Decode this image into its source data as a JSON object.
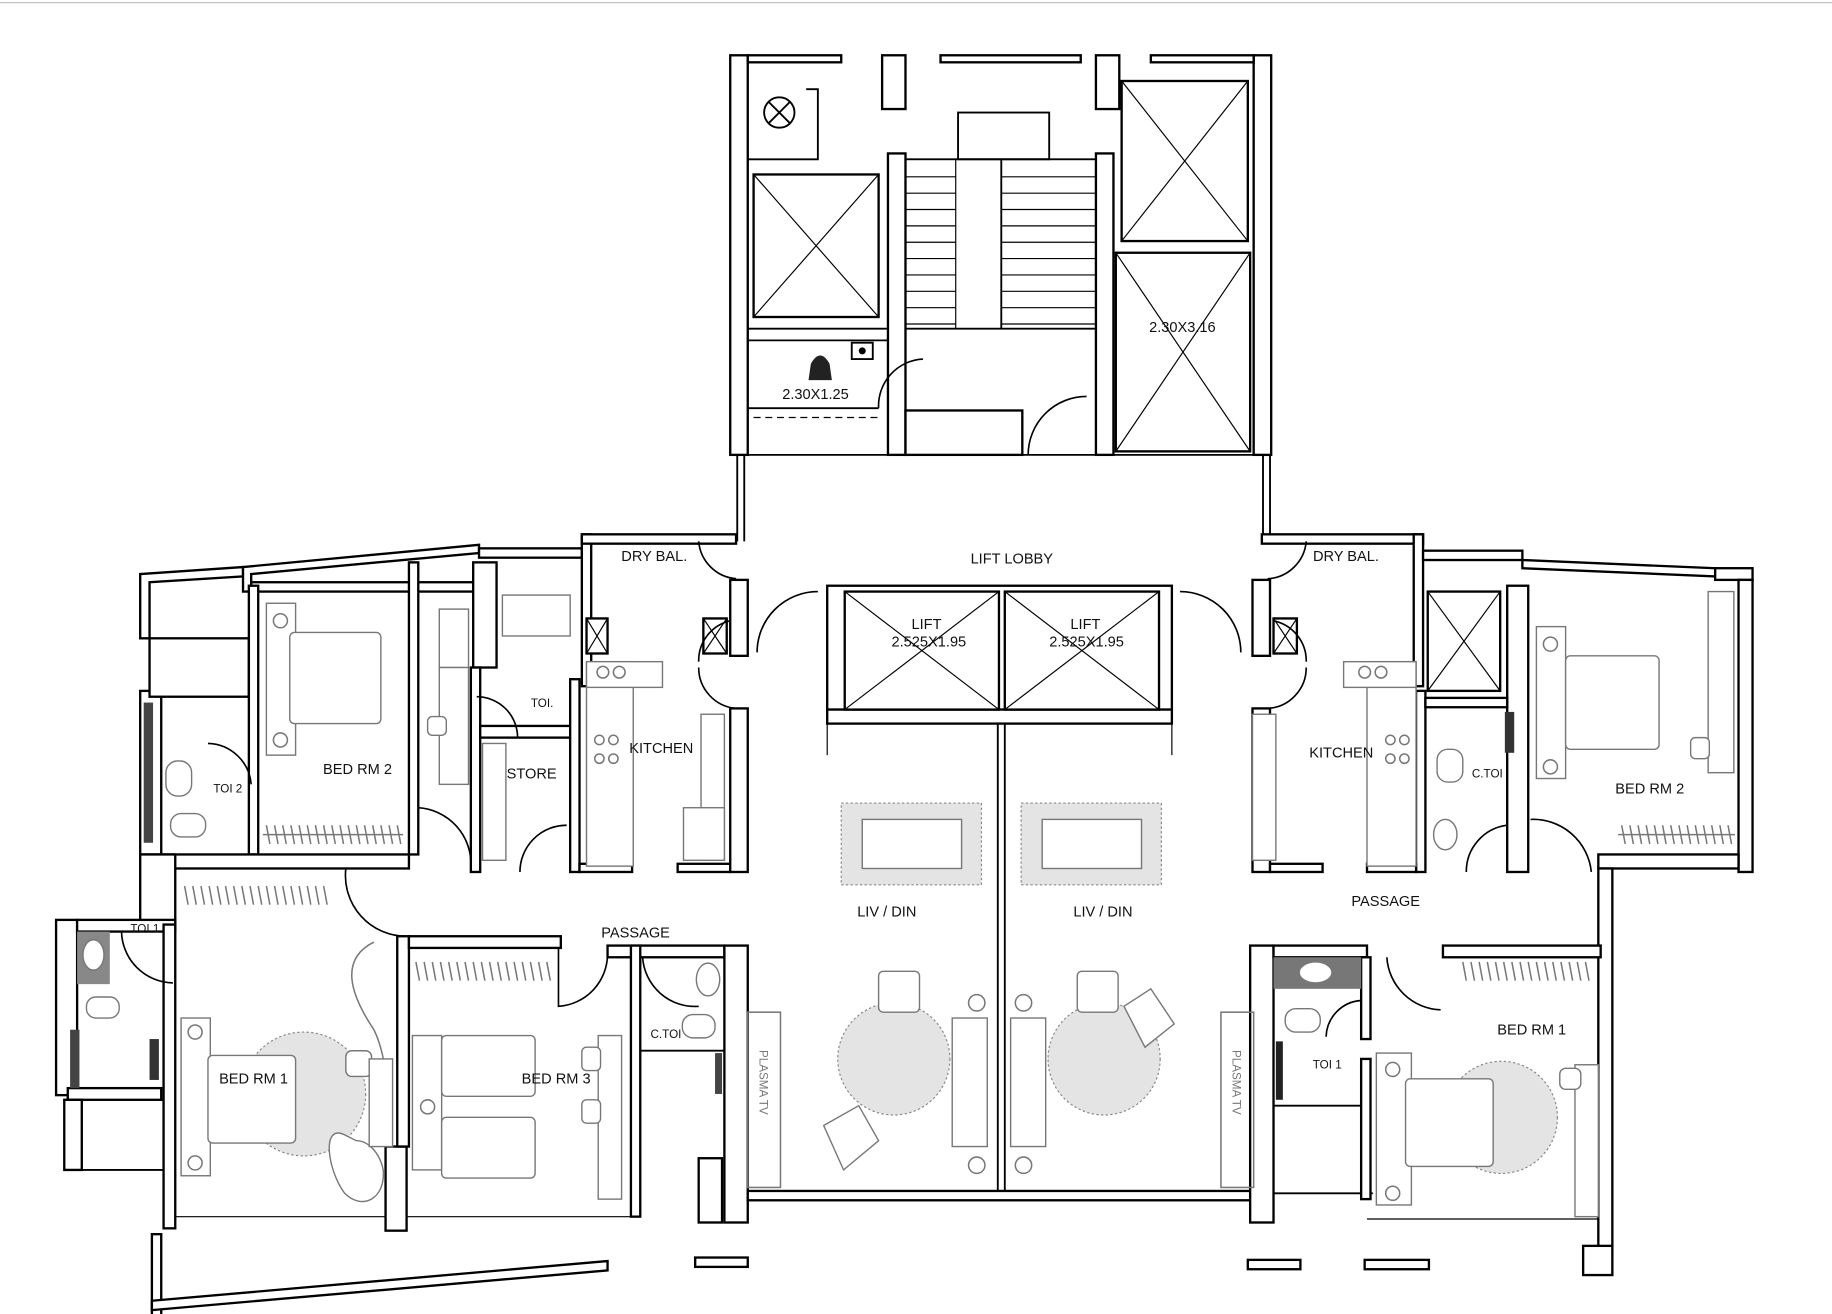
{
  "plan": {
    "core": {
      "toilet_size": "2.30X1.25",
      "shaft_size": "2.30X3.16",
      "lobby": "LIFT LOBBY",
      "lifts": [
        {
          "label": "LIFT",
          "size": "2.525X1.95"
        },
        {
          "label": "LIFT",
          "size": "2.525X1.95"
        }
      ]
    },
    "left_unit": {
      "dry_balcony": "DRY BAL.",
      "kitchen": "KITCHEN",
      "bed_rm_2": "BED RM 2",
      "store": "STORE",
      "toi": "TOI.",
      "toi_2": "TOI 2",
      "liv_din": "LIV / DIN",
      "passage": "PASSAGE",
      "toi_1": "TOI 1",
      "c_toi": "C.TOI",
      "bed_rm_1": "BED RM 1",
      "bed_rm_3": "BED RM 3",
      "plasma_tv": "PLASMA TV"
    },
    "right_unit": {
      "dry_balcony": "DRY BAL.",
      "kitchen": "KITCHEN",
      "c_toi": "C.TOI",
      "bed_rm_2": "BED RM 2",
      "liv_din": "LIV / DIN",
      "passage": "PASSAGE",
      "toi_1": "TOI 1",
      "bed_rm_1": "BED RM 1",
      "plasma_tv": "PLASMA TV"
    }
  }
}
